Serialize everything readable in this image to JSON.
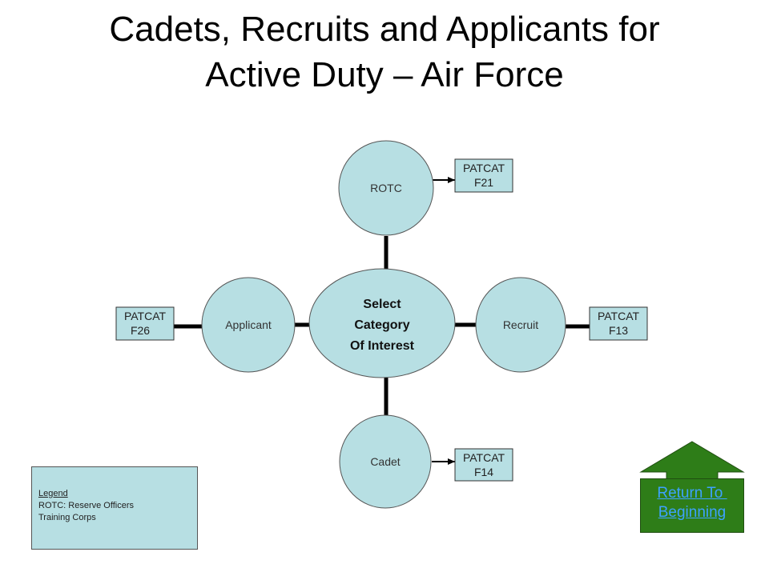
{
  "title": {
    "line1": "Cadets, Recruits and Applicants for",
    "line2": "Active Duty – Air Force"
  },
  "center": {
    "line1": "Select",
    "line2": "Category",
    "line3": "Of Interest"
  },
  "nodes": {
    "rotc": "ROTC",
    "recruit": "Recruit",
    "cadet": "Cadet",
    "applicant": "Applicant"
  },
  "patcat": {
    "rotc": {
      "line1": "PATCAT",
      "line2": "F21"
    },
    "recruit": {
      "line1": "PATCAT",
      "line2": "F13"
    },
    "cadet": {
      "line1": "PATCAT",
      "line2": "F14"
    },
    "applicant": {
      "line1": "PATCAT",
      "line2": "F26"
    }
  },
  "legend": {
    "heading": "Legend",
    "line1": "ROTC:  Reserve Officers",
    "line2": "Training Corps"
  },
  "return_button": {
    "line1": "Return To ",
    "line2": "Beginning"
  },
  "colors": {
    "node_fill": "#b7dfe3",
    "button_fill": "#2e7d18",
    "link_text": "#3da2ff"
  }
}
